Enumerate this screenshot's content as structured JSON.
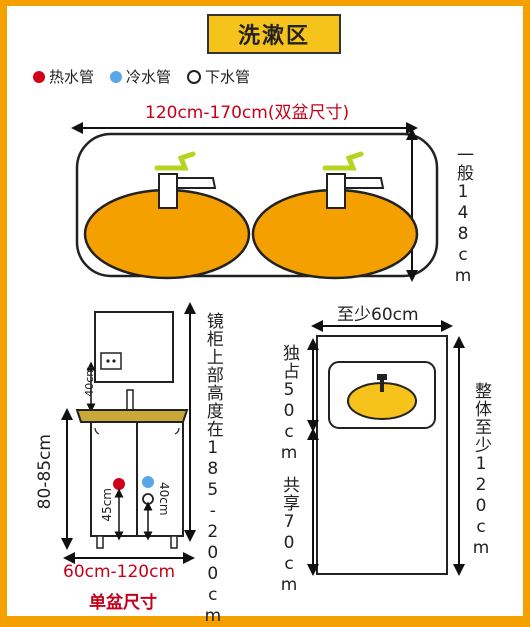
{
  "title": "洗漱区",
  "legend": [
    {
      "label": "热水管",
      "color": "#d10018"
    },
    {
      "label": "冷水管",
      "color": "#58a8e8"
    },
    {
      "label": "下水管",
      "color": "#ffffff"
    }
  ],
  "double_basin": {
    "width_label": "120cm-170cm(双盆尺寸)",
    "depth_label": "一般148cm"
  },
  "single_basin": {
    "mirror_height_label": "镜柜上部高度在185-200cm",
    "socket_label": "40cm",
    "counter_height_label": "80-85cm",
    "hot_pipe_label": "45cm",
    "cold_pipe_label": "40cm",
    "width_label": "60cm-120cm",
    "caption": "单盆尺寸"
  },
  "floor_plan": {
    "width_label": "至少60cm",
    "exclusive_label": "独占50cm",
    "shared_label": "共享70cm",
    "total_label": "整体至少120cm"
  }
}
